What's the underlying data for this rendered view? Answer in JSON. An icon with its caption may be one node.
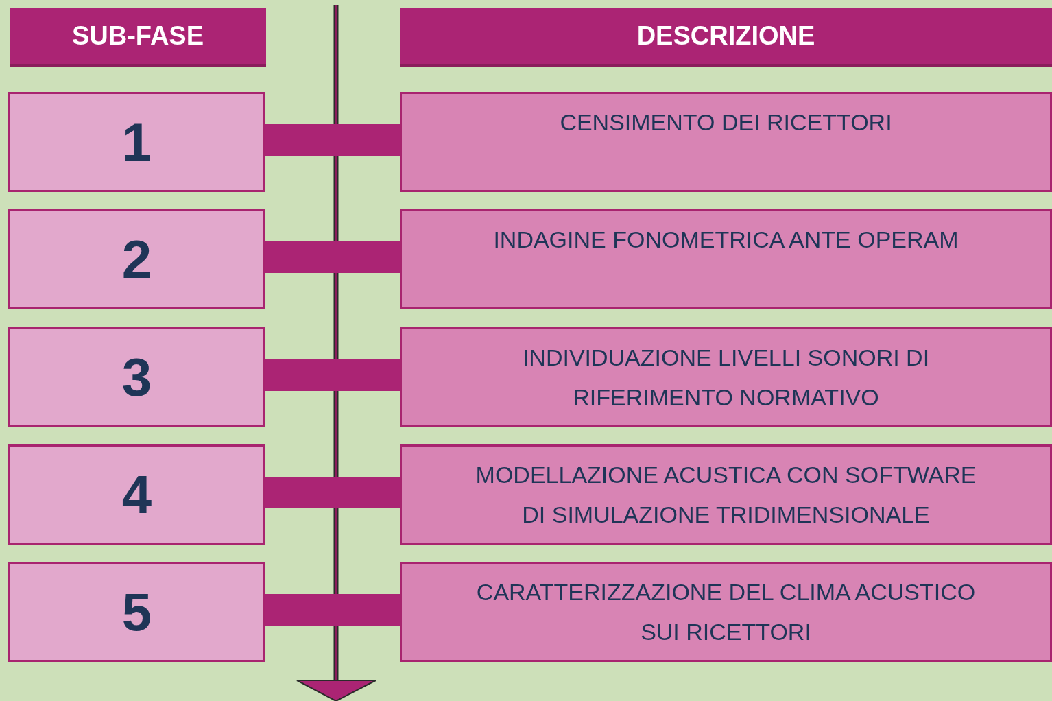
{
  "diagram": {
    "nodes": [
      {
        "text": [
          "SUB-FASE"
        ]
      },
      {
        "text": [
          "DESCRIZIONE"
        ]
      },
      {
        "text": [
          "1"
        ]
      },
      {
        "text": [
          "2"
        ]
      },
      {
        "text": [
          "3"
        ]
      },
      {
        "text": [
          "4"
        ]
      },
      {
        "text": [
          "5"
        ]
      },
      {
        "text": [
          "CENSIMENTO DEI RICETTORI"
        ]
      },
      {
        "text": [
          "INDAGINE FONOMETRICA ANTE OPERAM"
        ]
      },
      {
        "text": [
          "INDIVIDUAZIONE LIVELLI SONORI DI RIFERIMENTO NORMATIVO"
        ]
      },
      {
        "text": [
          "MODELLAZIONE ACUSTICA CON SOFTWARE DI SIMULAZIONE TRIDIMENSIONALE"
        ]
      },
      {
        "text": [
          "CARATTERIZZAZIONE DEL CLIMA ACUSTICO SUI RICETTORI"
        ]
      }
    ],
    "edges": [
      {
        "from": 2,
        "to": 7,
        "arrow": "none"
      },
      {
        "from": 3,
        "to": 8,
        "arrow": "none"
      },
      {
        "from": 4,
        "to": 9,
        "arrow": "none"
      },
      {
        "from": 5,
        "to": 10,
        "arrow": "none"
      },
      {
        "from": 6,
        "to": 11,
        "arrow": "none"
      }
    ]
  }
}
